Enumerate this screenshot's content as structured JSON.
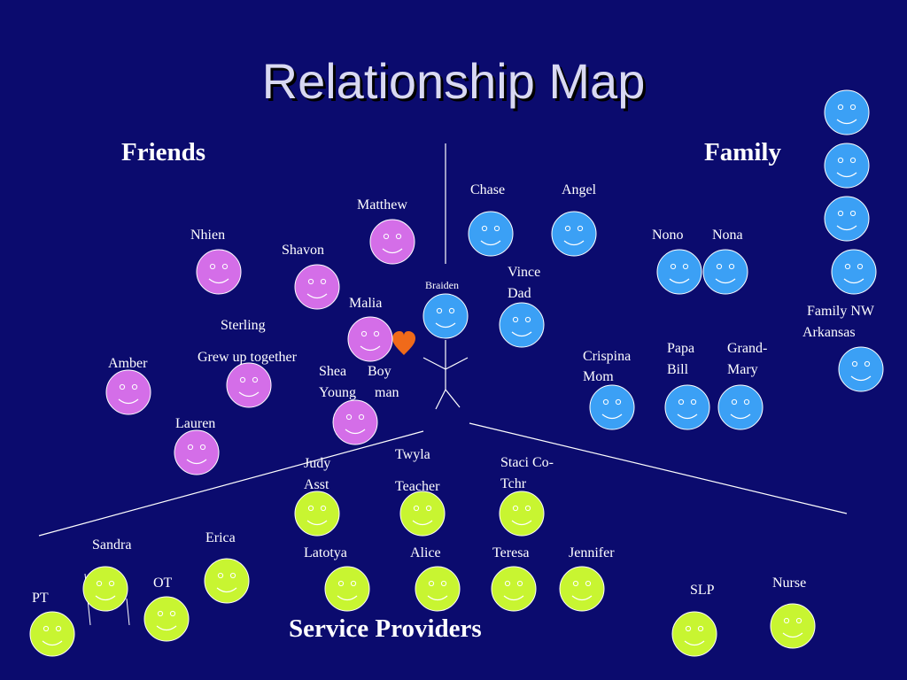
{
  "title": "Relationship Map",
  "sections": {
    "friends": "Friends",
    "family": "Family",
    "service": "Service Providers"
  },
  "center": {
    "name": "Braiden"
  },
  "colors": {
    "background": "#0b0b6e",
    "friend": "#d46ee8",
    "family": "#3ba0f5",
    "service": "#c8f531",
    "heart": "#f06a1a"
  },
  "labels": {
    "matthew": "Matthew",
    "nhien": "Nhien",
    "shavon": "Shavon",
    "malia": "Malia",
    "sterling": "Sterling",
    "grew_up": "Grew up together",
    "amber": "Amber",
    "shea": "Shea",
    "young": "Young",
    "boy": "Boy",
    "man": "man",
    "lauren": "Lauren",
    "chase": "Chase",
    "angel": "Angel",
    "vince": "Vince",
    "dad": "Dad",
    "nono": "Nono",
    "nona": "Nona",
    "crispina": "Crispina",
    "mom": "Mom",
    "papa": "Papa",
    "bill": "Bill",
    "grand": "Grand-",
    "mary": "Mary",
    "family_nw": "Family NW",
    "arkansas": "Arkansas",
    "judy": "Judy",
    "asst": "Asst",
    "twyla": "Twyla",
    "teacher": "Teacher",
    "staci": "Staci Co-",
    "tchr": "Tchr",
    "sandra": "Sandra",
    "erica": "Erica",
    "ot": "OT",
    "pt": "PT",
    "latotya": "Latotya",
    "alice": "Alice",
    "teresa": "Teresa",
    "jennifer": "Jennifer",
    "slp": "SLP",
    "nurse": "Nurse"
  }
}
